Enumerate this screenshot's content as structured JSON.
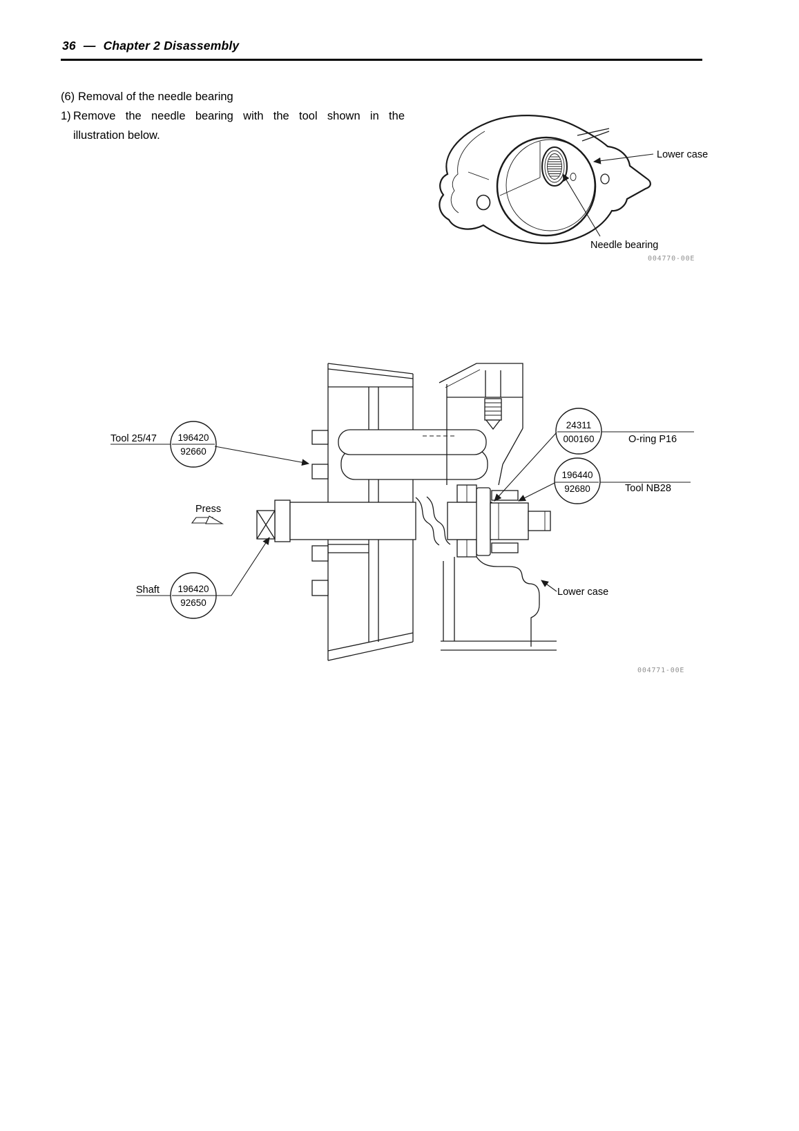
{
  "page": {
    "number": "36",
    "separator": "—",
    "chapter": "Chapter 2  Disassembly"
  },
  "content": {
    "heading_number": "(6)",
    "heading": "Removal of the needle bearing",
    "step_number": "1)",
    "step_line1": "Remove the needle bearing with the tool shown in the",
    "step_line2": "illustration below."
  },
  "figure1": {
    "label_lower_case": "Lower case",
    "label_needle_bearing": "Needle bearing",
    "code": "004770-00E"
  },
  "figure2": {
    "label_tool_25_47": "Tool 25/47",
    "callout_tool_upper": "196420",
    "callout_tool_lower": "92660",
    "label_press": "Press",
    "label_shaft": "Shaft",
    "callout_shaft_upper": "196420",
    "callout_shaft_lower": "92650",
    "callout_oring_upper": "24311",
    "callout_oring_lower": "000160",
    "label_oring": "O-ring P16",
    "callout_nb28_upper": "196440",
    "callout_nb28_lower": "92680",
    "label_nb28": "Tool NB28",
    "label_lower_case": "Lower case",
    "code": "004771-00E"
  }
}
